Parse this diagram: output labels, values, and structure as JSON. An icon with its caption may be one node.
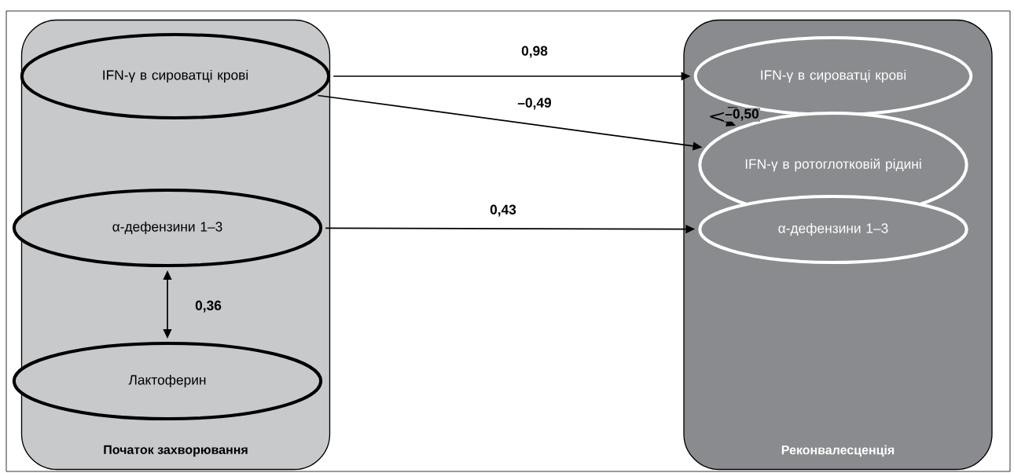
{
  "diagram": {
    "nodes": [
      {
        "text": [
          "Початок захворювання"
        ]
      },
      {
        "text": [
          "IFN-γ в сироватці крові"
        ],
        "in": 0
      },
      {
        "text": [
          "α-дефензини 1–3"
        ],
        "in": 0
      },
      {
        "text": [
          "Лактоферин"
        ],
        "in": 0
      },
      {
        "text": [
          "Реконвалесценція"
        ]
      },
      {
        "text": [
          "IFN-γ в сироватці крові"
        ],
        "in": 4
      },
      {
        "text": [
          "IFN-γ в ротоглотковій рідині"
        ],
        "in": 4
      },
      {
        "text": [
          "α-дефензини 1–3"
        ],
        "in": 4
      }
    ],
    "edges": [
      {
        "from": 1,
        "to": 5,
        "arrow": "to",
        "label": "0,98"
      },
      {
        "from": 1,
        "to": 6,
        "arrow": "to",
        "label": "–0,49"
      },
      {
        "from": 2,
        "to": 7,
        "arrow": "to",
        "label": "0,43"
      },
      {
        "from": 2,
        "to": 3,
        "arrow": "both",
        "label": "0,36"
      },
      {
        "from": 5,
        "to": 6,
        "arrow": "both",
        "label": "–0,50"
      }
    ]
  }
}
